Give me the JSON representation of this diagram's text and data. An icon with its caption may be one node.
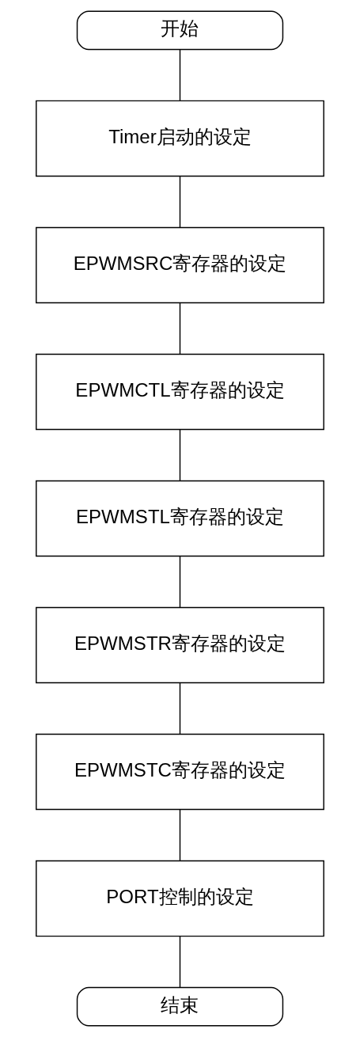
{
  "diagram": {
    "nodes": [
      {
        "text": [
          "开始"
        ]
      },
      {
        "text": [
          "Timer启动的设定"
        ]
      },
      {
        "text": [
          "EPWMSRC寄存器的设定"
        ]
      },
      {
        "text": [
          "EPWMCTL寄存器的设定"
        ]
      },
      {
        "text": [
          "EPWMSTL寄存器的设定"
        ]
      },
      {
        "text": [
          "EPWMSTR寄存器的设定"
        ]
      },
      {
        "text": [
          "EPWMSTC寄存器的设定"
        ]
      },
      {
        "text": [
          "PORT控制的设定"
        ]
      },
      {
        "text": [
          "结束"
        ]
      }
    ],
    "edges": [
      {
        "from": 0,
        "to": 1,
        "arrow": "none"
      },
      {
        "from": 1,
        "to": 2,
        "arrow": "none"
      },
      {
        "from": 2,
        "to": 3,
        "arrow": "none"
      },
      {
        "from": 3,
        "to": 4,
        "arrow": "none"
      },
      {
        "from": 4,
        "to": 5,
        "arrow": "none"
      },
      {
        "from": 5,
        "to": 6,
        "arrow": "none"
      },
      {
        "from": 6,
        "to": 7,
        "arrow": "none"
      },
      {
        "from": 7,
        "to": 8,
        "arrow": "none"
      }
    ]
  }
}
